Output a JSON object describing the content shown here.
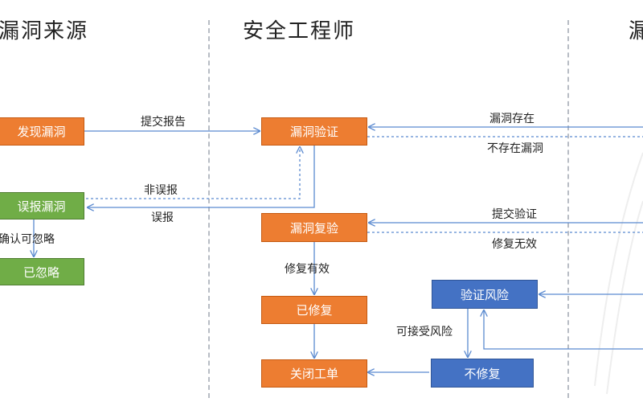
{
  "lanes": {
    "source": "漏洞来源",
    "engineer": "安全工程师",
    "third": "漏"
  },
  "nodes": {
    "discover": "发现漏洞",
    "false_report": "误报漏洞",
    "ignored": "已忽略",
    "verify": "漏洞验证",
    "recheck": "漏洞复验",
    "fixed": "已修复",
    "close": "关闭工单",
    "verify_risk": "验证风险",
    "not_fix": "不修复"
  },
  "labels": {
    "submit_report": "提交报告",
    "not_false": "非误报",
    "false_positive": "误报",
    "confirm_ignore": "确认可忽略",
    "vuln_exists": "漏洞存在",
    "no_vuln": "不存在漏洞",
    "submit_verify": "提交验证",
    "fix_invalid": "修复无效",
    "fix_valid": "修复有效",
    "accept_risk": "可接受风险"
  },
  "colors": {
    "orange": "#ed7d31",
    "green": "#70ad47",
    "blue": "#4472c4",
    "arrow": "#5b8ad0"
  }
}
